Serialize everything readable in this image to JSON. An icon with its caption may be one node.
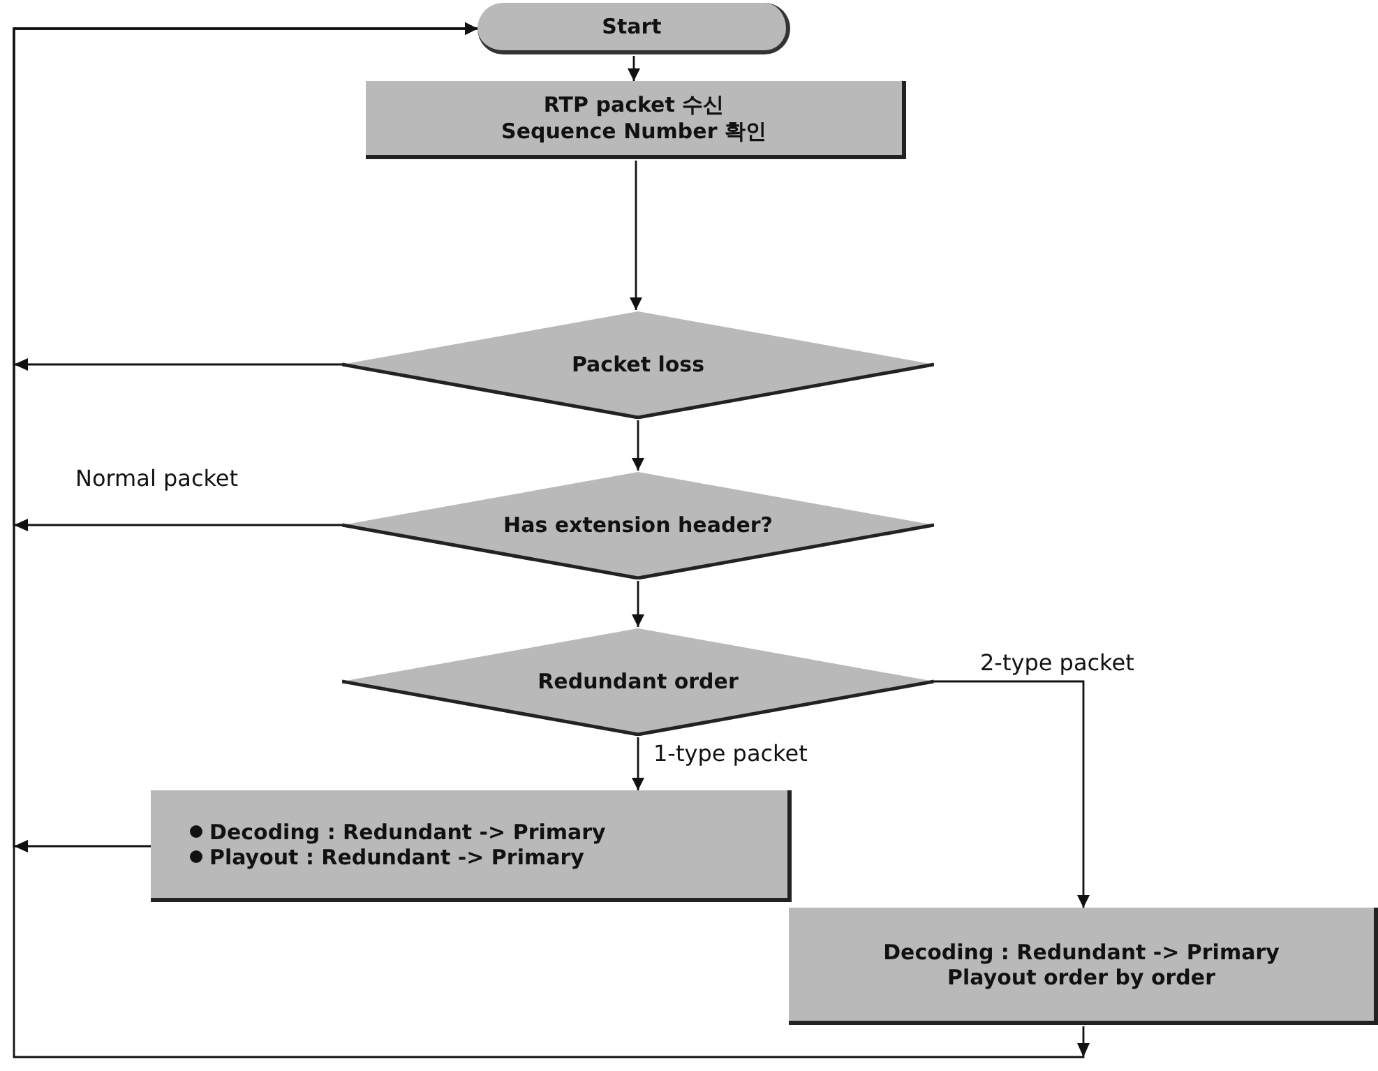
{
  "diagram": {
    "nodes": [
      {
        "text": [
          "Start"
        ]
      },
      {
        "text": [
          "RTP packet 수신 Sequence Number 확인"
        ]
      },
      {
        "text": [
          "Packet loss"
        ]
      },
      {
        "text": [
          "Has extension header?"
        ]
      },
      {
        "text": [
          "Redundant order"
        ]
      },
      {
        "text": [
          "Decoding : Redundant -> Primary",
          "Playout : Redundant -> Primary"
        ]
      },
      {
        "text": [
          "Decoding : Redundant -> Primary Playout order by order"
        ]
      }
    ],
    "edges": [
      {
        "from": 0,
        "to": 1,
        "arrow": "to"
      },
      {
        "from": 1,
        "to": 2,
        "arrow": "to"
      },
      {
        "from": 2,
        "to": 3,
        "arrow": "to"
      },
      {
        "from": 3,
        "to": 4,
        "arrow": "to"
      },
      {
        "from": 4,
        "to": 5,
        "arrow": "to",
        "label": "1-type packet"
      },
      {
        "from": 4,
        "to": 6,
        "arrow": "to",
        "label": "2-type packet"
      },
      {
        "from": 2,
        "to": 0,
        "arrow": "to"
      },
      {
        "from": 3,
        "to": 0,
        "arrow": "to",
        "label": "Normal packet"
      },
      {
        "from": 5,
        "to": 0,
        "arrow": "to"
      },
      {
        "from": 6,
        "to": 0,
        "arrow": "to"
      }
    ]
  }
}
